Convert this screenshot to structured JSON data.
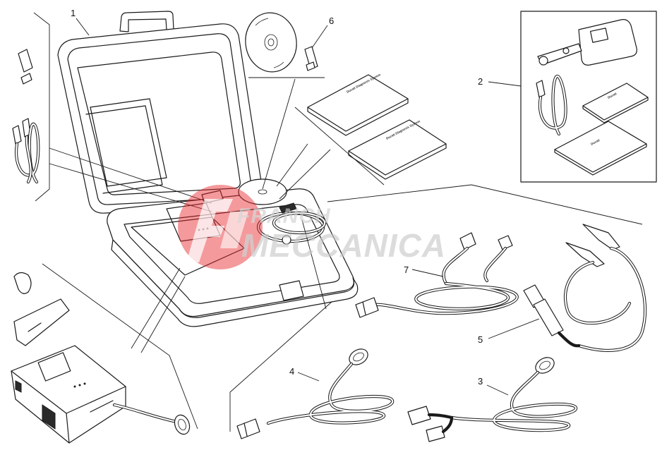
{
  "diagram": {
    "callouts": [
      {
        "number": "1",
        "part": "case"
      },
      {
        "number": "2",
        "part": "key-kit"
      },
      {
        "number": "3",
        "part": "cable"
      },
      {
        "number": "4",
        "part": "cable"
      },
      {
        "number": "5",
        "part": "battery-cable"
      },
      {
        "number": "6",
        "part": "usb-key"
      },
      {
        "number": "7",
        "part": "y-cable"
      }
    ],
    "watermark": {
      "line1": "FRANCH",
      "line2": "MECCANICA",
      "color": "#e8262b"
    },
    "manual_titles": [
      "Ducati Diagnosis System",
      "Ducati Diagnosis System",
      "Ducati",
      "Ducati"
    ]
  }
}
